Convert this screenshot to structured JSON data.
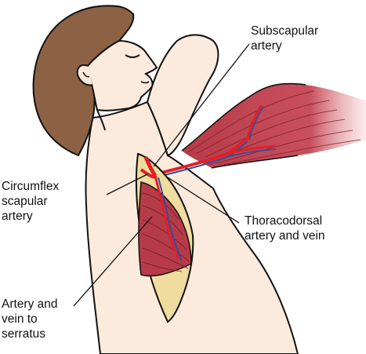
{
  "labels": {
    "subscapular": {
      "line1": "Subscapular",
      "line2": "artery"
    },
    "circumflex": {
      "line1": "Circumflex",
      "line2": "scapular",
      "line3": "artery"
    },
    "thoracodorsal": {
      "line1": "Thoracodorsal",
      "line2": "artery and vein"
    },
    "serratus": {
      "line1": "Artery and",
      "line2": "vein to",
      "line3": "serratus"
    }
  },
  "colors": {
    "skin": "#fcebdd",
    "hair": "#8c6144",
    "muscle": "#b63b48",
    "artery": "#e01f26",
    "vein": "#2f4fa0",
    "fat": "#efdc9e",
    "outline": "#111111"
  }
}
